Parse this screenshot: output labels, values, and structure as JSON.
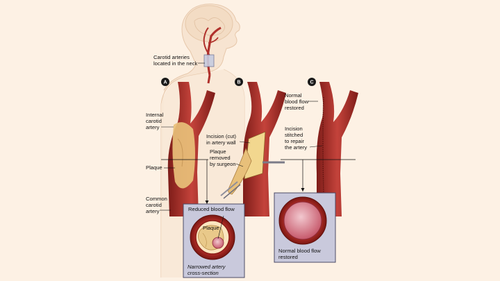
{
  "labels": {
    "neck": [
      "Carotid arteries",
      "located in the neck"
    ],
    "internal": [
      "Internal",
      "carotid",
      "artery"
    ],
    "plaque": "Plaque",
    "common": [
      "Common",
      "carotid",
      "artery"
    ],
    "incision_cut": [
      "Incision (cut)",
      "in artery wall"
    ],
    "plaque_removed": [
      "Plaque",
      "removed",
      "by surgeon"
    ],
    "normal_flow_top": [
      "Normal",
      "blood flow",
      "restored"
    ],
    "incision_stitched": [
      "Incision",
      "stitched",
      "to repair",
      "the artery"
    ]
  },
  "panels": {
    "reduced": {
      "title": "Reduced blood flow",
      "inner_label": "Plaque",
      "caption": [
        "Narrowed artery",
        "cross-section"
      ]
    },
    "normal": {
      "caption": [
        "Normal blood flow",
        "restored"
      ]
    }
  },
  "badges": [
    "A",
    "B",
    "C"
  ],
  "colors": {
    "background": "#fdf1e4",
    "artery": "#b0312c",
    "artery_dark": "#7d1c18",
    "plaque": "#e8c07a",
    "panel": "#c9c9dc",
    "badge": "#1a1a1a"
  }
}
